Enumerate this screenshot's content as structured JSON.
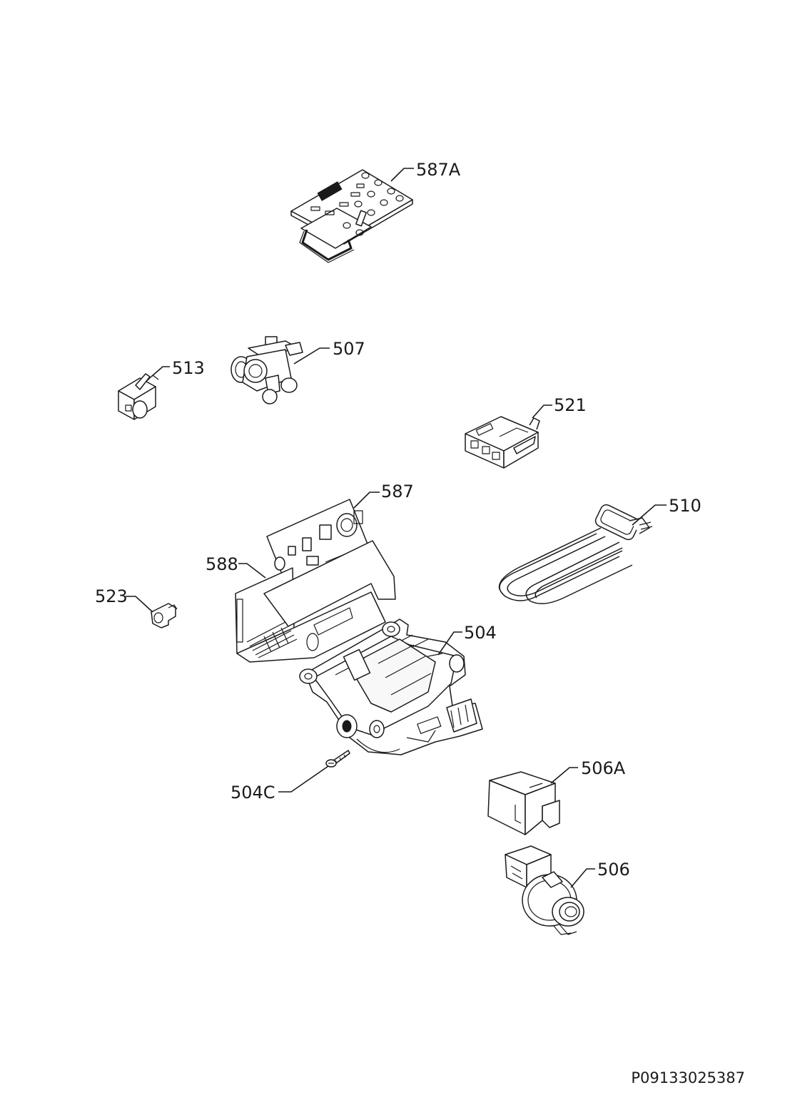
{
  "labels": {
    "l587a": "587A",
    "l507": "507",
    "l513": "513",
    "l521": "521",
    "l587": "587",
    "l510": "510",
    "l588": "588",
    "l523": "523",
    "l504": "504",
    "l504c": "504C",
    "l506a": "506A",
    "l506": "506"
  },
  "drawing_code": "P09133025387",
  "icons": {
    "p587a": "control-panel-pcb-icon",
    "p507": "inlet-valve-icon",
    "p513": "pressure-switch-icon",
    "p521": "door-lock-icon",
    "p587": "main-pcb-icon",
    "p510": "heating-element-icon",
    "p523": "clip-icon",
    "p504": "motor-icon",
    "p504c": "screw-icon",
    "p506a": "pump-cover-icon",
    "p506": "drain-pump-icon"
  }
}
